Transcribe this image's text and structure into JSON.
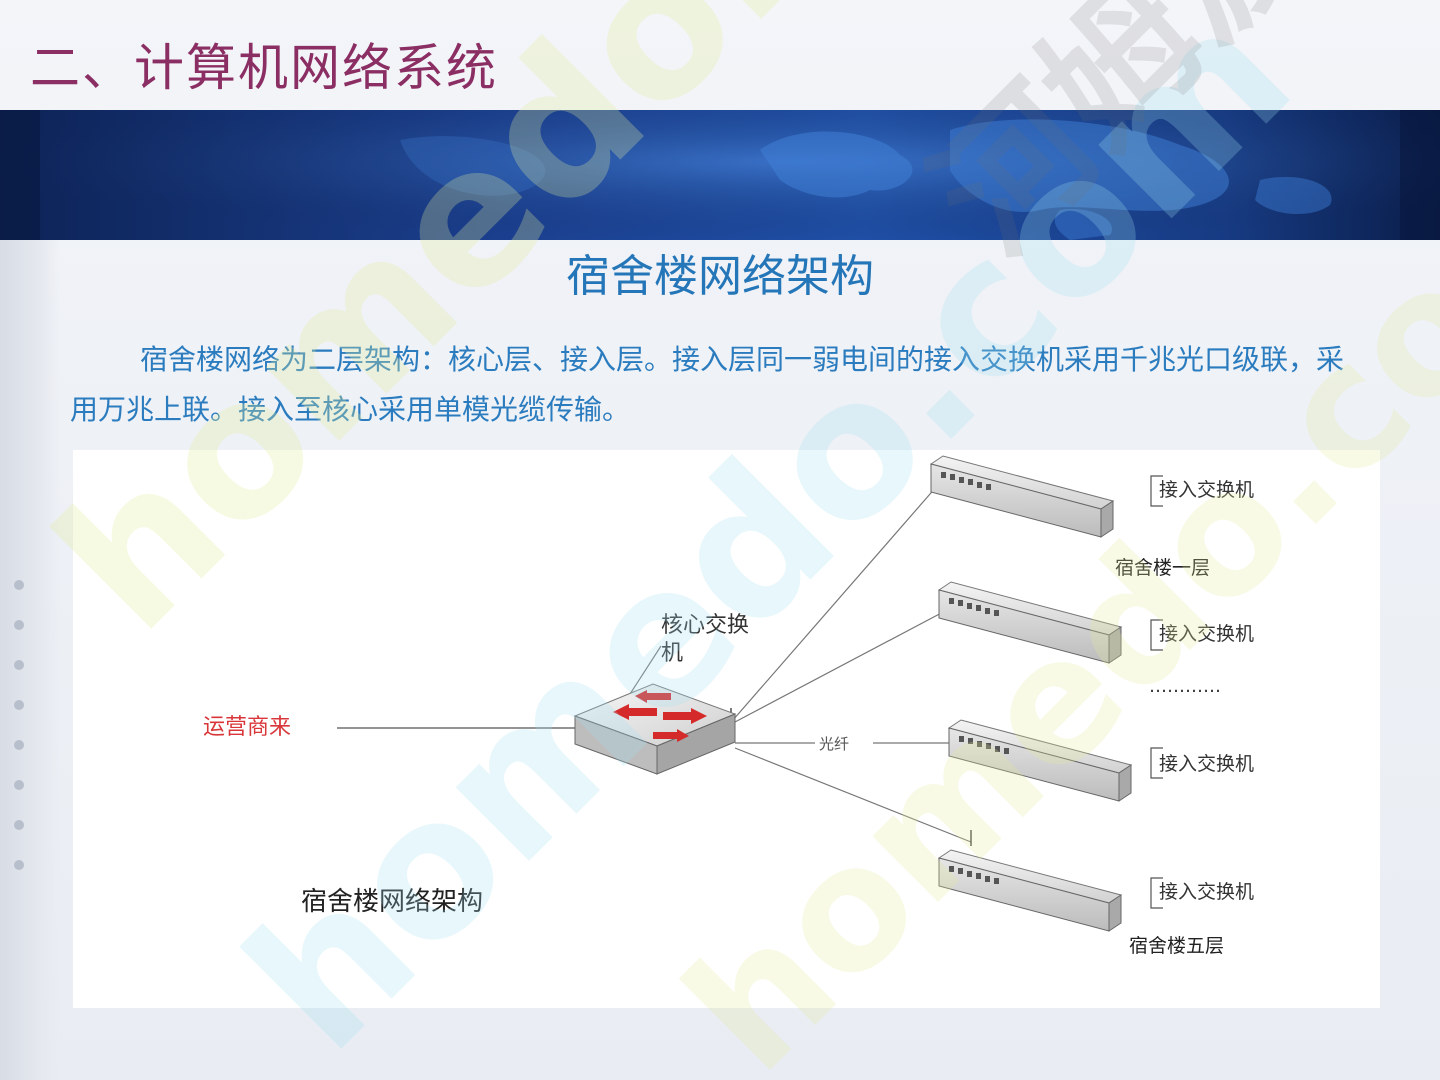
{
  "slide": {
    "title": "二、计算机网络系统",
    "subtitle": "宿舍楼网络架构",
    "paragraph": "宿舍楼网络为二层架构：核心层、接入层。接入层同一弱电间的接入交换机采用千兆光口级联，采用万兆上联。接入至核心采用单模光缆传输。"
  },
  "diagram": {
    "core_switch_label": "核心交换机",
    "core_switch_label_line1": "核心交换",
    "core_switch_label_line2": "机",
    "isp_label": "运营商来",
    "fiber_label": "光纤",
    "caption": "宿舍楼网络架构",
    "ellipsis": "…………",
    "access_switches": [
      {
        "label": "接入交换机",
        "floor": "宿舍楼一层"
      },
      {
        "label": "接入交换机",
        "floor": ""
      },
      {
        "label": "接入交换机",
        "floor": ""
      },
      {
        "label": "接入交换机",
        "floor": "宿舍楼五层"
      }
    ],
    "colors": {
      "isp_label": "#d9363a",
      "core_arrow": "#d42a2a",
      "line": "#555555",
      "text": "#333333"
    }
  },
  "watermark": {
    "text": "homedo.com",
    "text_cn": "河姆渡"
  }
}
